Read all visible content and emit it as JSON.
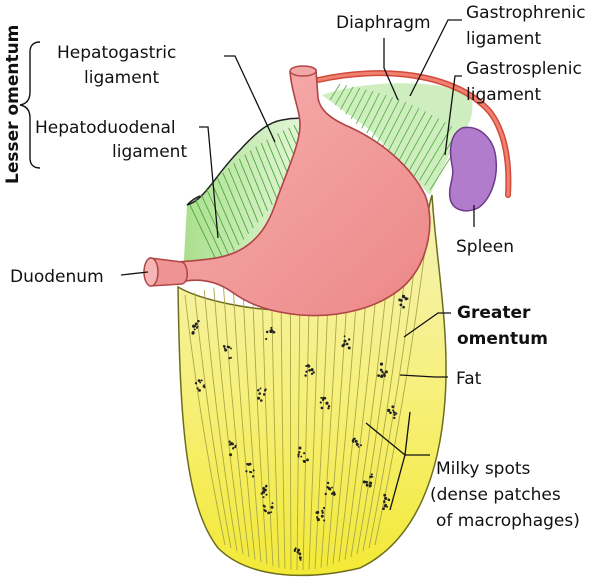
{
  "labels": {
    "lesser_omentum": "Lesser omentum",
    "hepatogastric_1": "Hepatogastric",
    "hepatogastric_2": "ligament",
    "hepatoduodenal_1": "Hepatoduodenal",
    "hepatoduodenal_2": "ligament",
    "diaphragm": "Diaphragm",
    "gastrophrenic_1": "Gastrophrenic",
    "gastrophrenic_2": "ligament",
    "gastrosplenic_1": "Gastrosplenic",
    "gastrosplenic_2": "ligament",
    "spleen": "Spleen",
    "duodenum": "Duodenum",
    "greater_omentum_1": "Greater",
    "greater_omentum_2": "omentum",
    "fat": "Fat",
    "milky_1": "Milky spots",
    "milky_2": "(dense patches",
    "milky_3": "of macrophages)"
  },
  "colors": {
    "omentum_fill": "#f7f08a",
    "omentum_stroke": "#7a7a20",
    "omentum_lines": "#9a9a40",
    "stomach_fill": "#f29a9a",
    "stomach_stroke": "#b44848",
    "ligament_fill": "#c8ecb0",
    "ligament_lines": "#4caa3a",
    "diaphragm": "#e8604e",
    "spleen_fill": "#b077c9",
    "spleen_stroke": "#6e3a8a",
    "milky_spots": "#222222"
  }
}
